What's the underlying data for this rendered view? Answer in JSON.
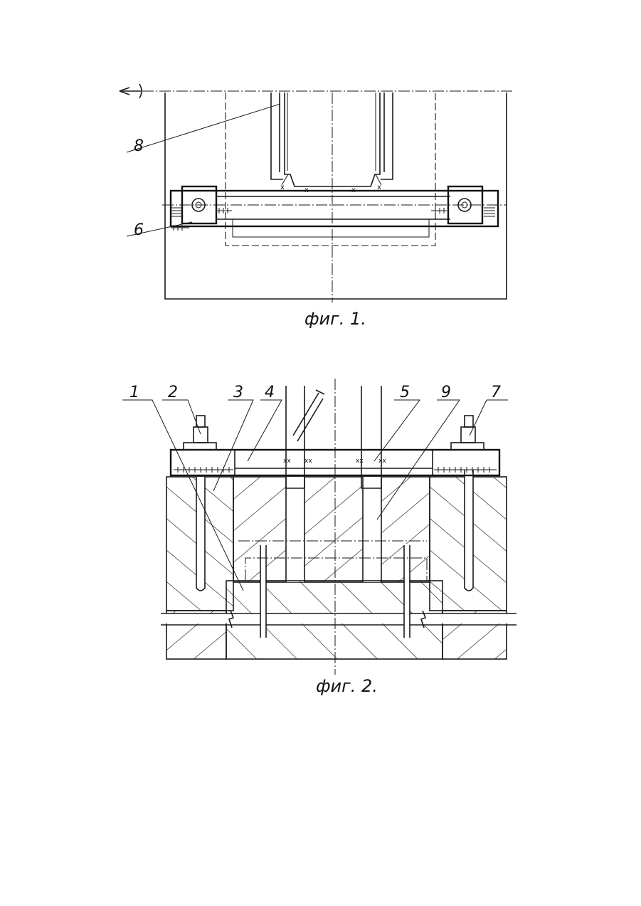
{
  "figures": [
    {
      "caption": "фиг. 1.",
      "labels": [
        "8",
        "6"
      ]
    },
    {
      "caption": "фиг. 2.",
      "labels": [
        "1",
        "2",
        "3",
        "4",
        "5",
        "9",
        "7"
      ]
    }
  ]
}
